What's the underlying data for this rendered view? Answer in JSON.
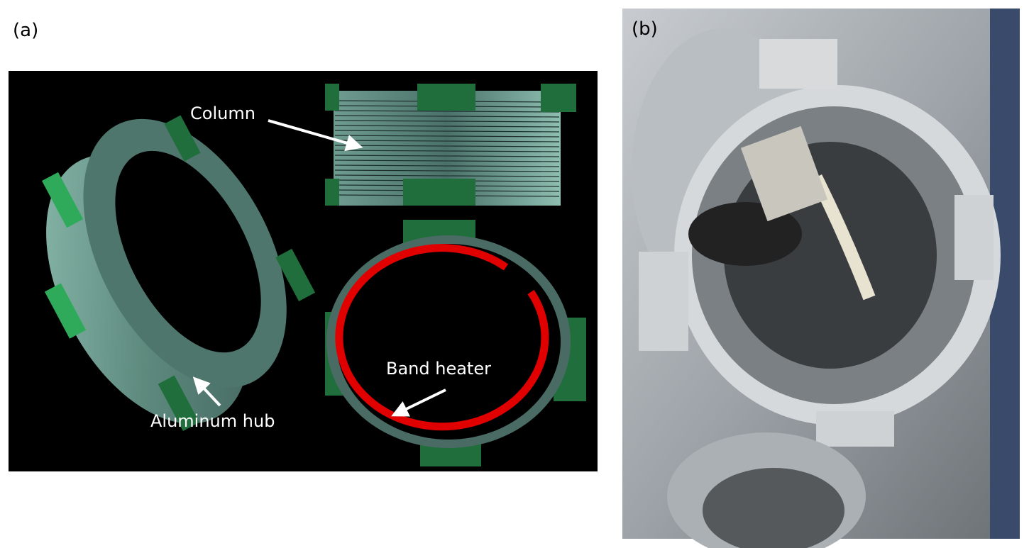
{
  "panels": {
    "a": {
      "label": "(a)",
      "callouts": {
        "column": "Column",
        "band_heater": "Band heater",
        "aluminum_hub": "Aluminum hub"
      }
    },
    "b": {
      "label": "(b)"
    }
  },
  "colors": {
    "background": "#000000",
    "hub": "#5e8a7e",
    "tab": "#1f6e3c",
    "heater": "#e00000"
  }
}
